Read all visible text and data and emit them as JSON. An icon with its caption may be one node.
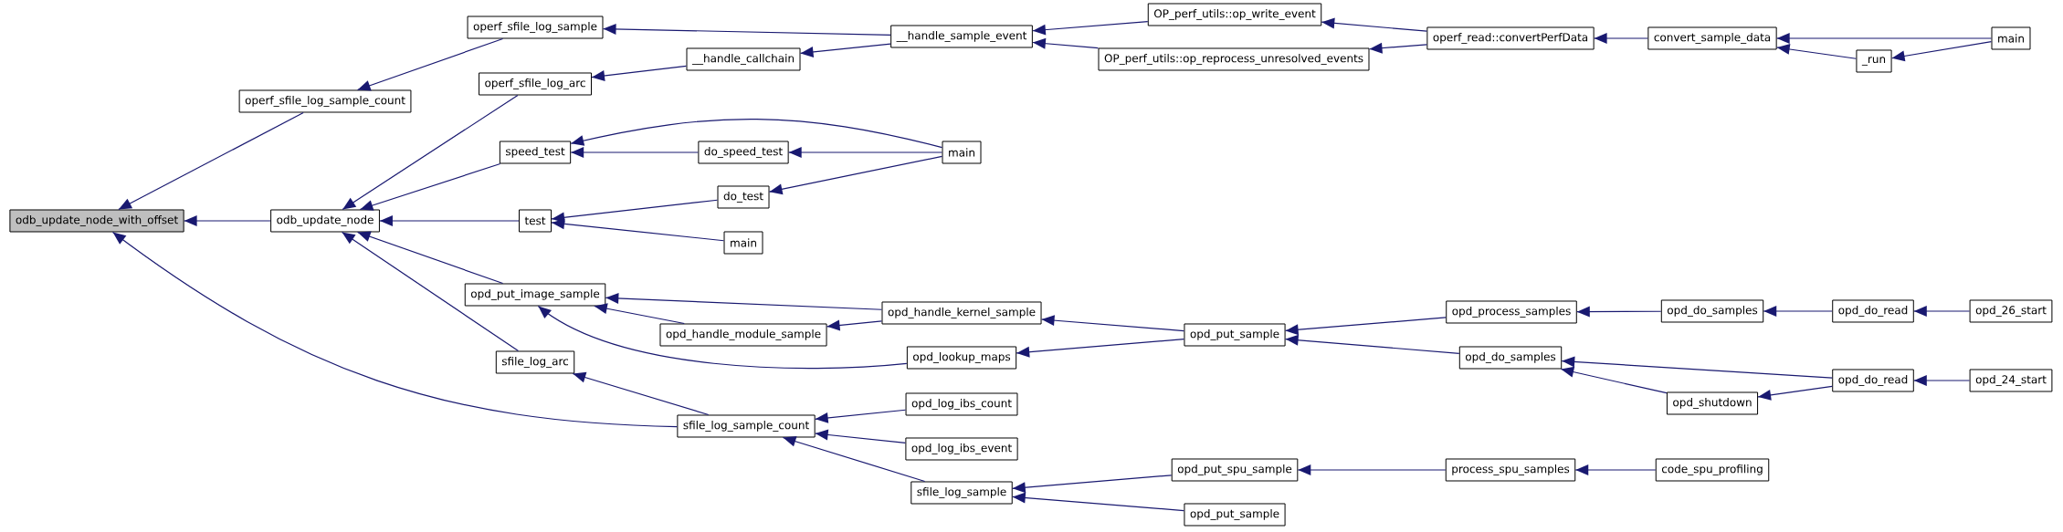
{
  "diagram": {
    "nodes": [
      {
        "text": [
          "odb_update_node_with_offset"
        ]
      },
      {
        "text": [
          "operf_sfile_log_sample_count"
        ]
      },
      {
        "text": [
          "odb_update_node"
        ]
      },
      {
        "text": [
          "operf_sfile_log_sample"
        ]
      },
      {
        "text": [
          "operf_sfile_log_arc"
        ]
      },
      {
        "text": [
          "speed_test"
        ]
      },
      {
        "text": [
          "test"
        ]
      },
      {
        "text": [
          "opd_put_image_sample"
        ]
      },
      {
        "text": [
          "sfile_log_arc"
        ]
      },
      {
        "text": [
          "__handle_callchain"
        ]
      },
      {
        "text": [
          "do_speed_test"
        ]
      },
      {
        "text": [
          "do_test"
        ]
      },
      {
        "text": [
          "main"
        ]
      },
      {
        "text": [
          "opd_handle_module_sample"
        ]
      },
      {
        "text": [
          "sfile_log_sample_count"
        ]
      },
      {
        "text": [
          "__handle_sample_event"
        ]
      },
      {
        "text": [
          "main"
        ]
      },
      {
        "text": [
          "opd_handle_kernel_sample"
        ]
      },
      {
        "text": [
          "opd_lookup_maps"
        ]
      },
      {
        "text": [
          "opd_log_ibs_count"
        ]
      },
      {
        "text": [
          "opd_log_ibs_event"
        ]
      },
      {
        "text": [
          "sfile_log_sample"
        ]
      },
      {
        "text": [
          "OP_perf_utils::op_write_event"
        ]
      },
      {
        "text": [
          "OP_perf_utils::op_reprocess_unresolved_events"
        ]
      },
      {
        "text": [
          "opd_put_sample"
        ]
      },
      {
        "text": [
          "opd_put_spu_sample"
        ]
      },
      {
        "text": [
          "opd_put_sample"
        ]
      },
      {
        "text": [
          "operf_read::convertPerfData"
        ]
      },
      {
        "text": [
          "opd_process_samples"
        ]
      },
      {
        "text": [
          "opd_do_samples"
        ]
      },
      {
        "text": [
          "process_spu_samples"
        ]
      },
      {
        "text": [
          "convert_sample_data"
        ]
      },
      {
        "text": [
          "opd_do_samples"
        ]
      },
      {
        "text": [
          "opd_shutdown"
        ]
      },
      {
        "text": [
          "code_spu_profiling"
        ]
      },
      {
        "text": [
          "_run"
        ]
      },
      {
        "text": [
          "opd_do_read"
        ]
      },
      {
        "text": [
          "opd_do_read"
        ]
      },
      {
        "text": [
          "main"
        ]
      },
      {
        "text": [
          "opd_26_start"
        ]
      },
      {
        "text": [
          "opd_24_start"
        ]
      }
    ],
    "edges": [
      {
        "from": 1,
        "to": 0,
        "arrow": "to"
      },
      {
        "from": 2,
        "to": 0,
        "arrow": "to"
      },
      {
        "from": 14,
        "to": 0,
        "arrow": "to"
      },
      {
        "from": 3,
        "to": 1,
        "arrow": "to"
      },
      {
        "from": 4,
        "to": 2,
        "arrow": "to"
      },
      {
        "from": 5,
        "to": 2,
        "arrow": "to"
      },
      {
        "from": 6,
        "to": 2,
        "arrow": "to"
      },
      {
        "from": 7,
        "to": 2,
        "arrow": "to"
      },
      {
        "from": 8,
        "to": 2,
        "arrow": "to"
      },
      {
        "from": 15,
        "to": 3,
        "arrow": "to"
      },
      {
        "from": 9,
        "to": 4,
        "arrow": "to"
      },
      {
        "from": 16,
        "to": 5,
        "arrow": "to"
      },
      {
        "from": 10,
        "to": 5,
        "arrow": "to"
      },
      {
        "from": 11,
        "to": 6,
        "arrow": "to"
      },
      {
        "from": 12,
        "to": 6,
        "arrow": "to"
      },
      {
        "from": 17,
        "to": 7,
        "arrow": "to"
      },
      {
        "from": 13,
        "to": 7,
        "arrow": "to"
      },
      {
        "from": 18,
        "to": 7,
        "arrow": "to"
      },
      {
        "from": 14,
        "to": 8,
        "arrow": "to"
      },
      {
        "from": 15,
        "to": 9,
        "arrow": "to"
      },
      {
        "from": 16,
        "to": 10,
        "arrow": "to"
      },
      {
        "from": 16,
        "to": 11,
        "arrow": "to"
      },
      {
        "from": 17,
        "to": 13,
        "arrow": "to"
      },
      {
        "from": 19,
        "to": 14,
        "arrow": "to"
      },
      {
        "from": 20,
        "to": 14,
        "arrow": "to"
      },
      {
        "from": 21,
        "to": 14,
        "arrow": "to"
      },
      {
        "from": 22,
        "to": 15,
        "arrow": "to"
      },
      {
        "from": 23,
        "to": 15,
        "arrow": "to"
      },
      {
        "from": 24,
        "to": 17,
        "arrow": "to"
      },
      {
        "from": 24,
        "to": 18,
        "arrow": "to"
      },
      {
        "from": 25,
        "to": 21,
        "arrow": "to"
      },
      {
        "from": 26,
        "to": 21,
        "arrow": "to"
      },
      {
        "from": 27,
        "to": 22,
        "arrow": "to"
      },
      {
        "from": 27,
        "to": 23,
        "arrow": "to"
      },
      {
        "from": 28,
        "to": 24,
        "arrow": "to"
      },
      {
        "from": 29,
        "to": 24,
        "arrow": "to"
      },
      {
        "from": 30,
        "to": 25,
        "arrow": "to"
      },
      {
        "from": 31,
        "to": 27,
        "arrow": "to"
      },
      {
        "from": 32,
        "to": 28,
        "arrow": "to"
      },
      {
        "from": 37,
        "to": 29,
        "arrow": "to"
      },
      {
        "from": 33,
        "to": 29,
        "arrow": "to"
      },
      {
        "from": 34,
        "to": 30,
        "arrow": "to"
      },
      {
        "from": 35,
        "to": 31,
        "arrow": "to"
      },
      {
        "from": 38,
        "to": 31,
        "arrow": "to"
      },
      {
        "from": 36,
        "to": 32,
        "arrow": "to"
      },
      {
        "from": 37,
        "to": 33,
        "arrow": "to"
      },
      {
        "from": 38,
        "to": 35,
        "arrow": "to"
      },
      {
        "from": 39,
        "to": 36,
        "arrow": "to"
      },
      {
        "from": 40,
        "to": 37,
        "arrow": "to"
      }
    ]
  }
}
